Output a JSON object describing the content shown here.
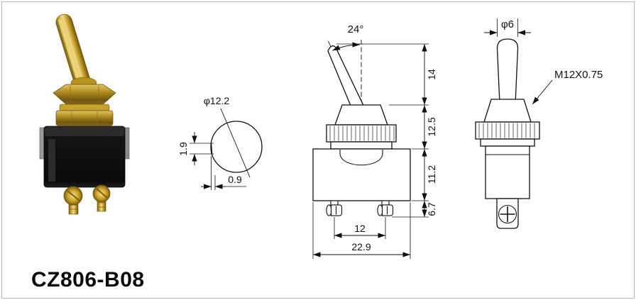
{
  "model": "CZ806-B08",
  "views": {
    "top": {
      "diameter": "φ12.2",
      "notch_height": "1.9",
      "notch_depth": "0.9"
    },
    "front": {
      "angle": "24°",
      "dims_right": [
        "14",
        "12.5",
        "11.2",
        "6.7"
      ],
      "terminal_spacing": "12",
      "overall_width": "22.9"
    },
    "side": {
      "lever_diameter": "φ6",
      "thread": "M12X0.75"
    }
  }
}
